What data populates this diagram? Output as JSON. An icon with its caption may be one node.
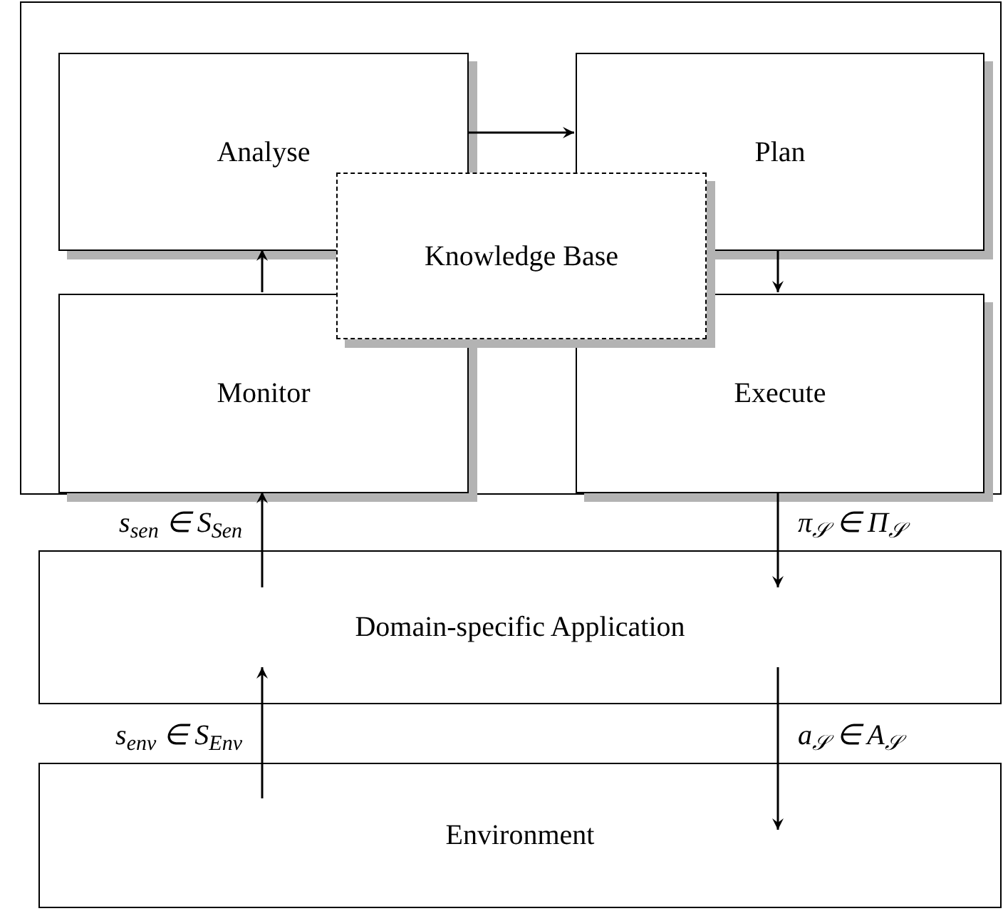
{
  "diagram": {
    "nodes": [
      {
        "text": [],
        "shape": "box"
      },
      {
        "text": [
          "Analyse"
        ],
        "in": 0
      },
      {
        "text": [
          "Plan"
        ],
        "in": 0
      },
      {
        "text": [
          "Knowledge Base"
        ],
        "in": 0
      },
      {
        "text": [
          "Monitor"
        ],
        "in": 0
      },
      {
        "text": [
          "Execute"
        ],
        "in": 0
      },
      {
        "text": [
          "Domain-specific Application"
        ]
      },
      {
        "text": [
          "Environment"
        ]
      }
    ],
    "edges": [
      {
        "from": 1,
        "to": 2,
        "arrow": "to"
      },
      {
        "from": 4,
        "to": 1,
        "arrow": "to"
      },
      {
        "from": 2,
        "to": 5,
        "arrow": "to"
      },
      {
        "from": 6,
        "to": 4,
        "arrow": "to",
        "label": "s$_{sen}$ ∈ S$_{Sen}$"
      },
      {
        "from": 5,
        "to": 6,
        "arrow": "to",
        "label": "π$_{𝒮}$ ∈ Π$_{𝒮}$"
      },
      {
        "from": 7,
        "to": 6,
        "arrow": "to",
        "label": "s$_{env}$ ∈ S$_{Env}$"
      },
      {
        "from": 6,
        "to": 7,
        "arrow": "to",
        "label": "a$_{𝒮}$ ∈ A$_{𝒮}$"
      }
    ]
  }
}
